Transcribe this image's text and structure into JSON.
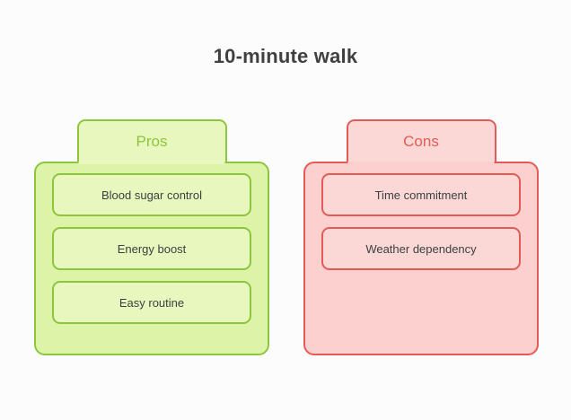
{
  "title": "10-minute walk",
  "columns": [
    {
      "key": "pros",
      "heading": "Pros",
      "accent": "#8cc63e",
      "panel_fill": "#ddf3a8",
      "card_fill": "#e7f7bd",
      "items": [
        {
          "label": "Blood sugar control"
        },
        {
          "label": "Energy boost"
        },
        {
          "label": "Easy routine"
        }
      ]
    },
    {
      "key": "cons",
      "heading": "Cons",
      "accent": "#e35b57",
      "panel_fill": "#fbd0ce",
      "card_fill": "#fbd8d6",
      "items": [
        {
          "label": "Time commitment"
        },
        {
          "label": "Weather dependency"
        }
      ]
    }
  ],
  "background": "#fcfcfc",
  "title_color": "#404040",
  "item_text_color": "#3c4043"
}
